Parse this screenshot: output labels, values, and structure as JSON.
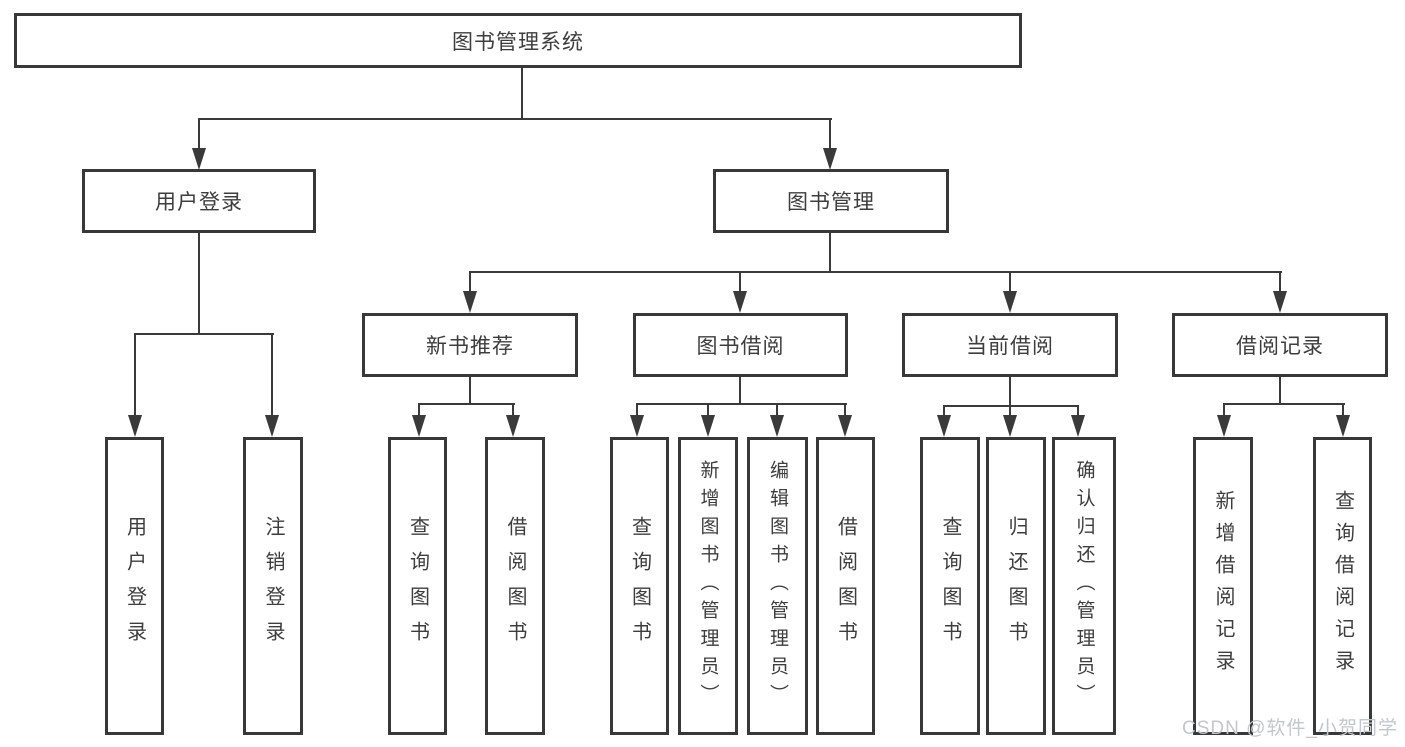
{
  "diagram": {
    "root": {
      "label": "图书管理系统"
    },
    "level2": [
      {
        "label": "用户登录"
      },
      {
        "label": "图书管理"
      }
    ],
    "level3": [
      {
        "label": "新书推荐"
      },
      {
        "label": "图书借阅"
      },
      {
        "label": "当前借阅"
      },
      {
        "label": "借阅记录"
      }
    ],
    "leaves": [
      {
        "label": "用户登录"
      },
      {
        "label": "注销登录"
      },
      {
        "label": "查询图书"
      },
      {
        "label": "借阅图书"
      },
      {
        "label": "查询图书"
      },
      {
        "label": "新增图书（管理员）"
      },
      {
        "label": "编辑图书（管理员）"
      },
      {
        "label": "借阅图书"
      },
      {
        "label": "查询图书"
      },
      {
        "label": "归还图书"
      },
      {
        "label": "确认归还（管理员）"
      },
      {
        "label": "新增借阅记录"
      },
      {
        "label": "查询借阅记录"
      }
    ],
    "watermark": "CSDN @软件_小贺同学",
    "colors": {
      "line": "#3a3a3a",
      "text": "#3d3d3d",
      "box_background": "#ffffff",
      "watermark": "#c3c7cb"
    }
  }
}
